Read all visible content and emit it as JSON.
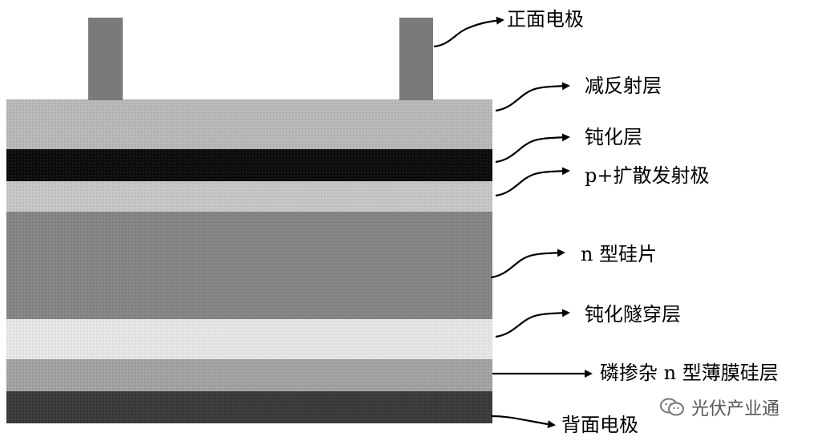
{
  "labels": {
    "front_electrode": "正面电极",
    "anti_reflection": "减反射层",
    "passivation": "钝化层",
    "emitter": "p+扩散发射极",
    "wafer": "n 型硅片",
    "tunnel_passivation": "钝化隧穿层",
    "doped_film": "磷掺杂 n 型薄膜硅层",
    "back_electrode": "背面电极"
  },
  "watermark": {
    "text": "光伏产业通",
    "icon": "wechat-icon"
  },
  "colors": {
    "electrode": "#7a7a7a",
    "anti_reflection": "#b8b8b8",
    "passivation": "#0c0c0c",
    "emitter": "#c6c6c6",
    "wafer": "#858585",
    "tunnel_passivation": "#e6e6e6",
    "doped_film": "#a2a2a2",
    "back_electrode": "#3a3a3a"
  }
}
